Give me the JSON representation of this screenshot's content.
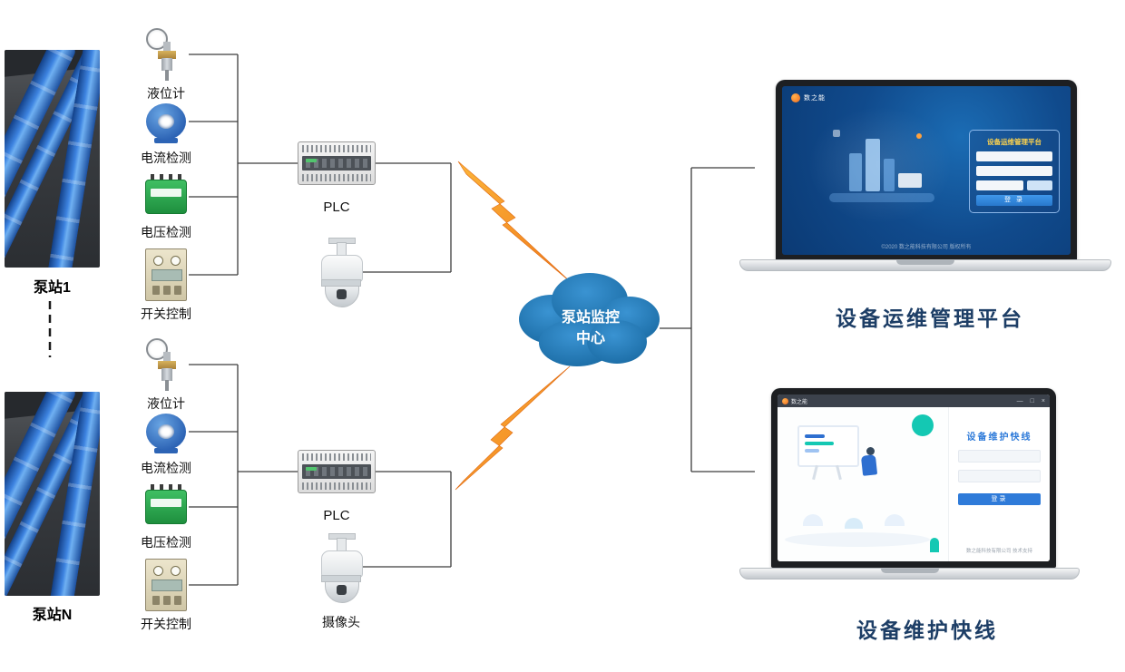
{
  "stations": [
    {
      "label": "泵站1"
    },
    {
      "label": "泵站N"
    }
  ],
  "sensors": {
    "level": "液位计",
    "current": "电流检测",
    "voltage": "电压检测",
    "switch": "开关控制"
  },
  "plc_label": "PLC",
  "camera_label": "摄像头",
  "cloud": {
    "line1": "泵站监控",
    "line2": "中心"
  },
  "screens": {
    "ops": {
      "caption": "设备运维管理平台",
      "logo": "数之能",
      "login_title": "设备运维管理平台",
      "login_button": "登 录",
      "copyright": "©2020 数之能科技有限公司 版权所有"
    },
    "maint": {
      "caption": "设备维护快线",
      "logo": "数之能",
      "window_controls": {
        "min": "—",
        "max": "□",
        "close": "×"
      },
      "panel_title": "设备维护快线",
      "login_button": "登录",
      "footer": "数之能科技有限公司 技术支持"
    }
  },
  "colors": {
    "cloud_blue": "#1f78b8",
    "bolt_orange": "#f6921e",
    "accent_blue": "#2f7bd9",
    "caption_navy": "#1d3e66"
  }
}
